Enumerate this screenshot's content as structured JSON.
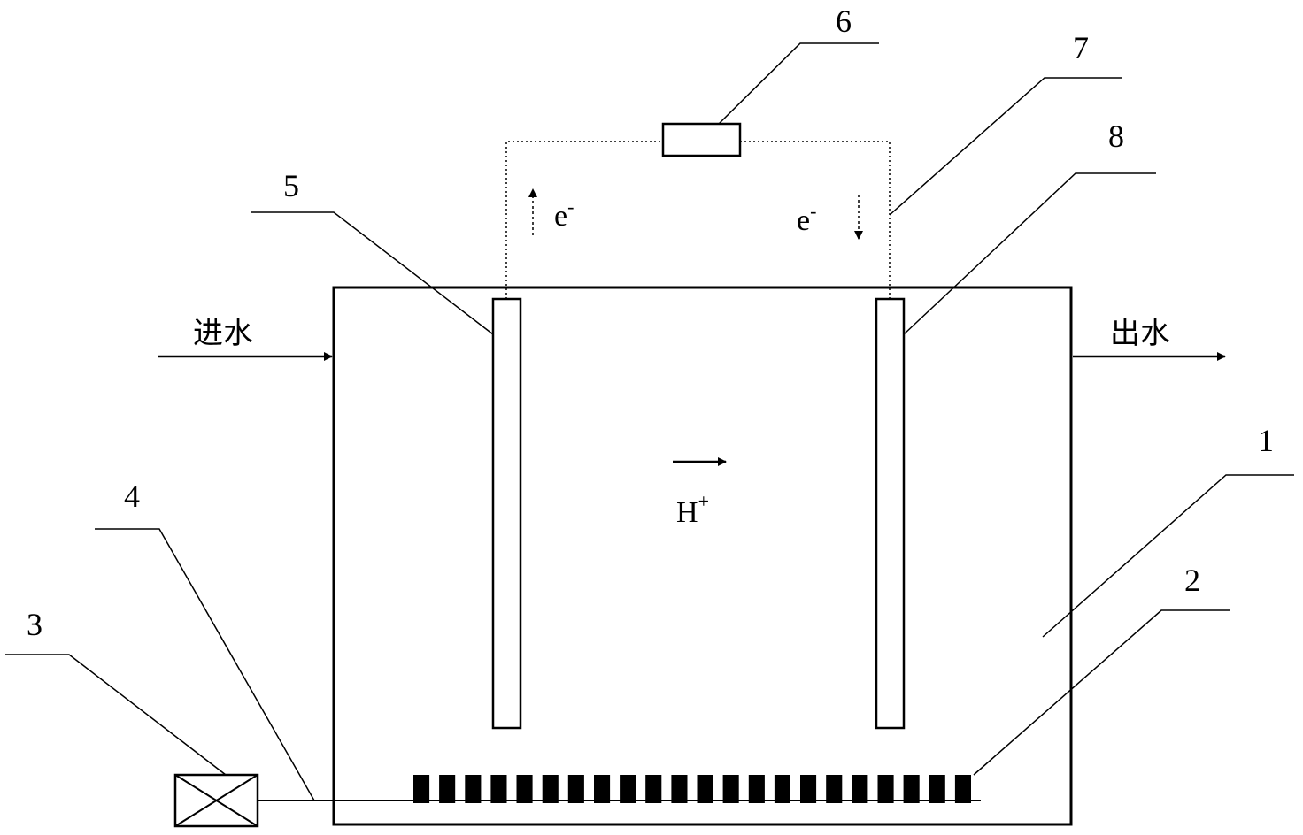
{
  "labels": {
    "n1": "1",
    "n2": "2",
    "n3": "3",
    "n4": "4",
    "n5": "5",
    "n6": "6",
    "n7": "7",
    "n8": "8"
  },
  "flow": {
    "inlet": "进水",
    "outlet": "出水"
  },
  "species": {
    "electron": "e",
    "electron_charge": "-",
    "proton": "H",
    "proton_charge": "+"
  },
  "aerator": {
    "block_count": 22
  }
}
